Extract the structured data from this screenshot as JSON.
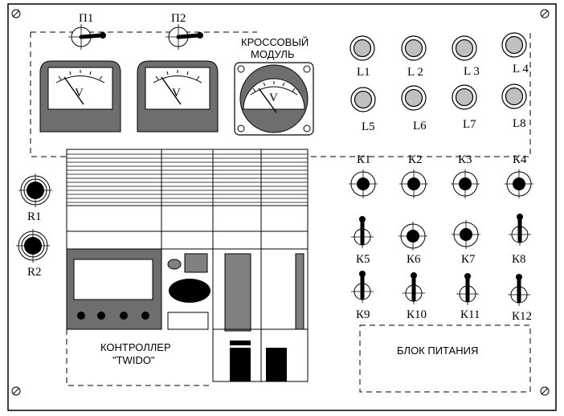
{
  "switches_top": [
    "П1",
    "П2"
  ],
  "cross_module": {
    "line1": "КРОССОВЫЙ",
    "line2": "МОДУЛЬ"
  },
  "meter_unit": "V",
  "lamps": [
    "L1",
    "L 2",
    "L 3",
    "L 4",
    "L5",
    "L6",
    "L7",
    "L8"
  ],
  "keys": [
    "К1",
    "К2",
    "К3",
    "К4",
    "К5",
    "К6",
    "К7",
    "К8",
    "К9",
    "К10",
    "К11",
    "К12"
  ],
  "resistors": [
    "R1",
    "R2"
  ],
  "controller": {
    "line1": "КОНТРОЛЛЕР",
    "line2": "\"TWIDO\""
  },
  "power_block": "БЛОК ПИТАНИЯ",
  "colors": {
    "meter_body": "#6e6e6e",
    "lamp_fill": "#c0c0c0",
    "knob_fill": "#000000",
    "panel_line": "#000000",
    "module_gray": "#808080"
  }
}
